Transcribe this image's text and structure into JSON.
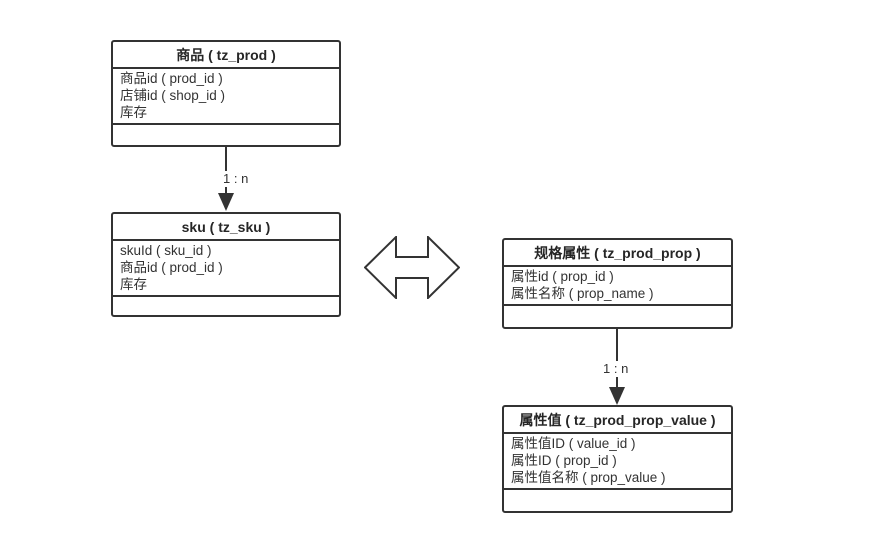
{
  "colors": {
    "background": "#ffffff",
    "shape_border": "#333333",
    "text": "#333333",
    "title_text": "#262626",
    "shape_fill": "#ffffff"
  },
  "entities": [
    {
      "title": "商品 ( tz_prod )",
      "fields": [
        "商品id ( prod_id )",
        "店铺id ( shop_id )",
        "库存"
      ]
    },
    {
      "title": "sku ( tz_sku )",
      "fields": [
        "skuId ( sku_id )",
        "商品id ( prod_id )",
        "库存"
      ]
    },
    {
      "title": "规格属性 ( tz_prod_prop )",
      "fields": [
        "属性id ( prop_id )",
        "属性名称 ( prop_name )"
      ]
    },
    {
      "title": "属性值 ( tz_prod_prop_value )",
      "fields": [
        "属性值ID ( value_id )",
        "属性ID ( prop_id )",
        "属性值名称 ( prop_value )"
      ]
    }
  ],
  "connectors": [
    {
      "from": "商品 ( tz_prod )",
      "to": "sku ( tz_sku )",
      "label": "1 : n"
    },
    {
      "from": "规格属性 ( tz_prod_prop )",
      "to": "属性值 ( tz_prod_prop_value )",
      "label": "1 : n"
    }
  ],
  "icons": {
    "relation_shape": "left-right-arrow"
  }
}
